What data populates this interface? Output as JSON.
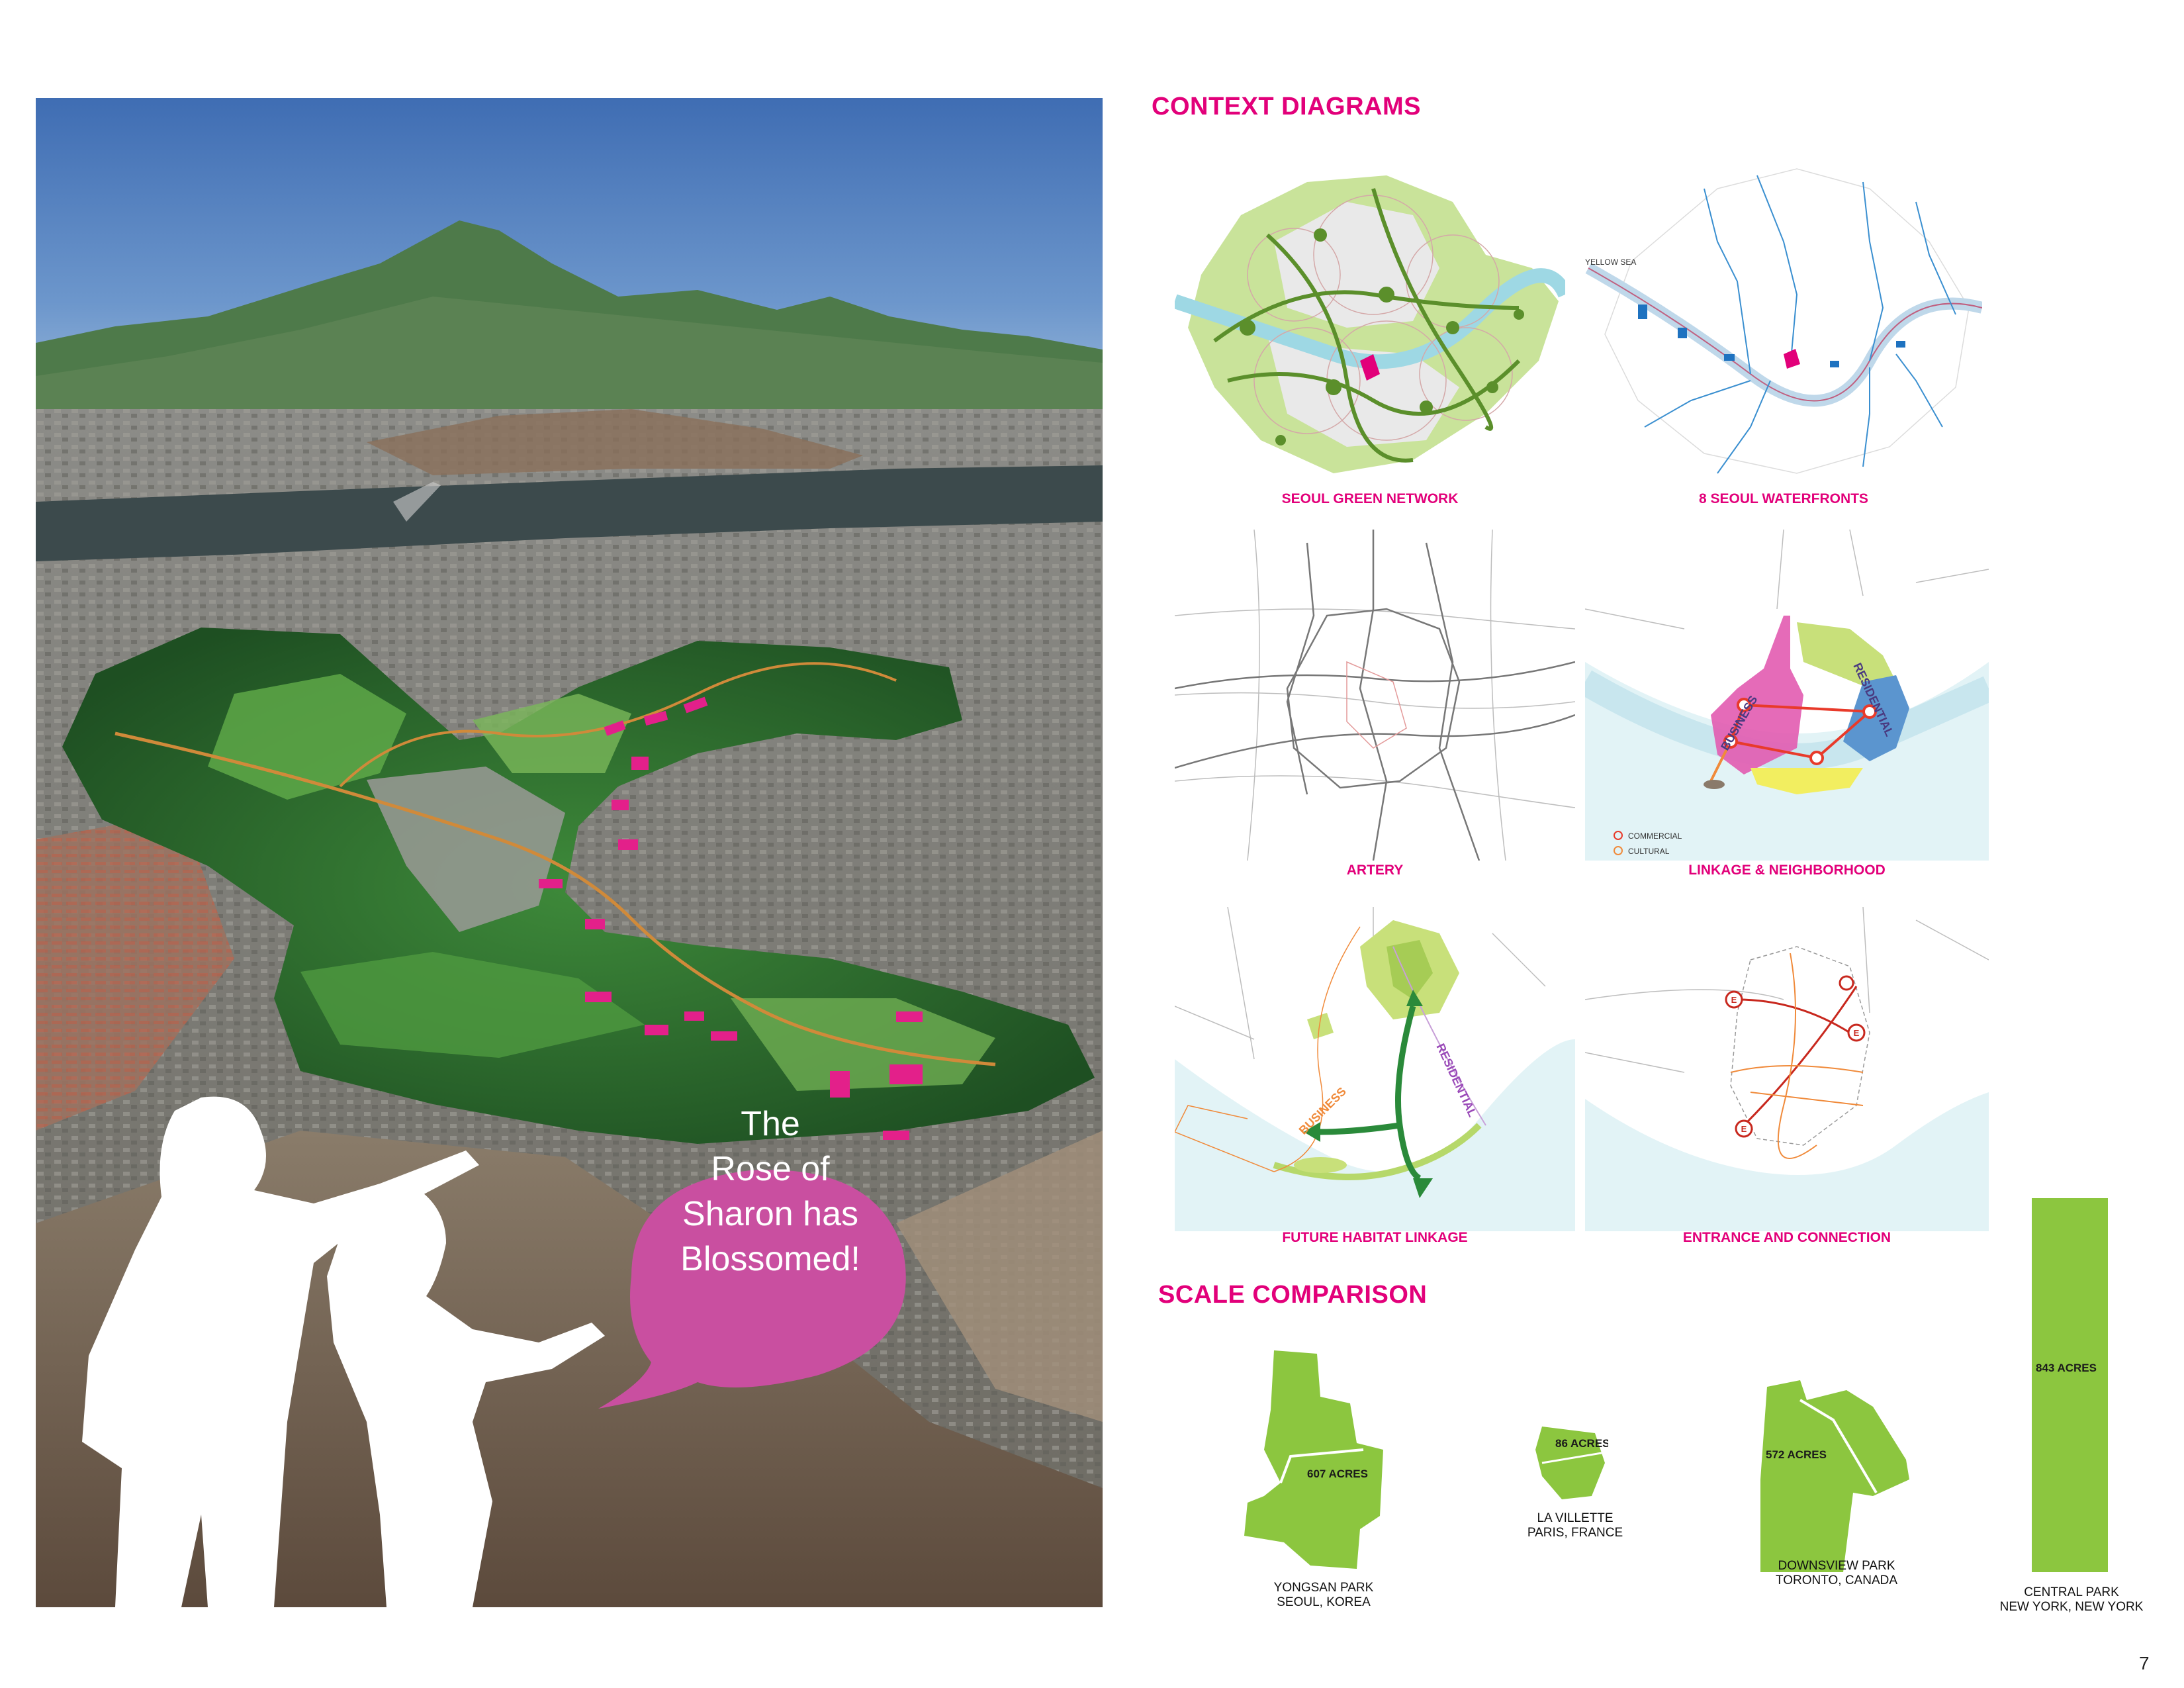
{
  "photo": {
    "speech_bubble": [
      "The",
      "Rose of",
      "Sharon has",
      "Blossomed!"
    ]
  },
  "context": {
    "heading": "CONTEXT DIAGRAMS",
    "panels": [
      {
        "caption": "SEOUL GREEN NETWORK"
      },
      {
        "caption": "8 SEOUL WATERFRONTS",
        "label": "YELLOW SEA"
      },
      {
        "caption": "ARTERY"
      },
      {
        "caption": "LINKAGE & NEIGHBORHOOD",
        "zone_labels": [
          "BUSINESS",
          "RESIDENTIAL"
        ],
        "legend": [
          "COMMERCIAL",
          "CULTURAL"
        ]
      },
      {
        "caption": "FUTURE HABITAT LINKAGE",
        "zone_labels": [
          "BUSINESS",
          "RESIDENTIAL"
        ]
      },
      {
        "caption": "ENTRANCE AND CONNECTION",
        "marker": "E"
      }
    ]
  },
  "scale": {
    "heading": "SCALE COMPARISON",
    "parks": [
      {
        "acres": "607 ACRES",
        "name": "YONGSAN PARK",
        "location": "SEOUL, KOREA",
        "acres_value": 607
      },
      {
        "acres": "86 ACRES",
        "name": "LA VILLETTE",
        "location": "PARIS, FRANCE",
        "acres_value": 86
      },
      {
        "acres": "572 ACRES",
        "name": "DOWNSVIEW PARK",
        "location": "TORONTO, CANADA",
        "acres_value": 572
      },
      {
        "acres": "843 ACRES",
        "name": "CENTRAL PARK",
        "location": "NEW YORK, NEW YORK",
        "acres_value": 843
      }
    ]
  },
  "page_number": "7",
  "colors": {
    "accent": "#e2007a",
    "park_green": "#8cc63f",
    "bubble": "#c94fa0",
    "sky": "#4a78b8"
  }
}
